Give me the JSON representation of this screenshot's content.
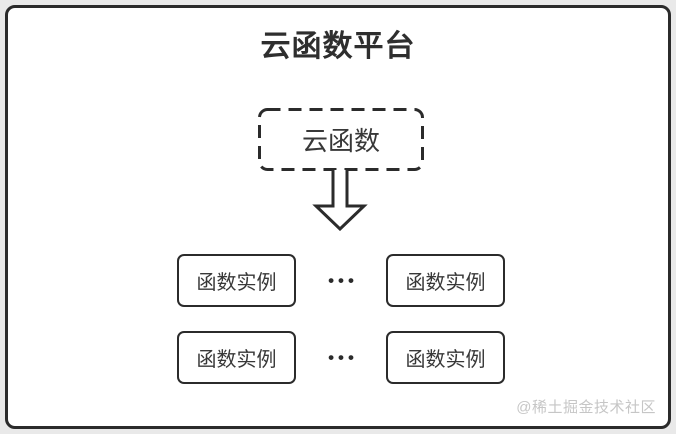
{
  "colors": {
    "ink": "#2b2b2b",
    "background": "#ffffff",
    "page_margin": "#e9e9e9",
    "node_text": "#383838",
    "watermark": "#c6c6c6"
  },
  "diagram": {
    "title": "云函数平台",
    "platform_node": {
      "label": "云函数"
    },
    "rows": [
      {
        "left": "函数实例",
        "ellipsis": "•••",
        "right": "函数实例"
      },
      {
        "left": "函数实例",
        "ellipsis": "•••",
        "right": "函数实例"
      }
    ],
    "watermark": "@稀土掘金技术社区"
  }
}
